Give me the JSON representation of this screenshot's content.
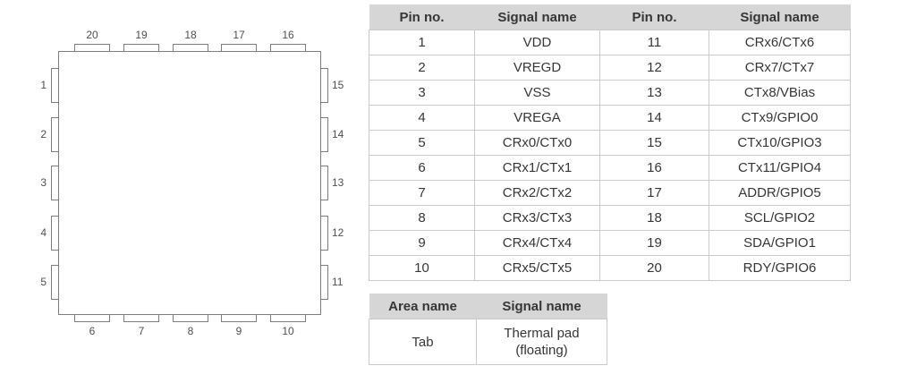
{
  "colors": {
    "background": "#ffffff",
    "header_bg": "#d6d6d6",
    "border": "#c9c9c9",
    "text": "#363636",
    "chip_line": "#7d7d7d",
    "chip_label": "#4f4f4f"
  },
  "chip": {
    "top_pins": [
      "20",
      "19",
      "18",
      "17",
      "16"
    ],
    "left_pins": [
      "1",
      "2",
      "3",
      "4",
      "5"
    ],
    "right_pins": [
      "15",
      "14",
      "13",
      "12",
      "11"
    ],
    "bottom_pins": [
      "6",
      "7",
      "8",
      "9",
      "10"
    ]
  },
  "pin_table": {
    "headers": [
      "Pin no.",
      "Signal name",
      "Pin no.",
      "Signal name"
    ],
    "rows": [
      [
        "1",
        "VDD",
        "11",
        "CRx6/CTx6"
      ],
      [
        "2",
        "VREGD",
        "12",
        "CRx7/CTx7"
      ],
      [
        "3",
        "VSS",
        "13",
        "CTx8/VBias"
      ],
      [
        "4",
        "VREGA",
        "14",
        "CTx9/GPIO0"
      ],
      [
        "5",
        "CRx0/CTx0",
        "15",
        "CTx10/GPIO3"
      ],
      [
        "6",
        "CRx1/CTx1",
        "16",
        "CTx11/GPIO4"
      ],
      [
        "7",
        "CRx2/CTx2",
        "17",
        "ADDR/GPIO5"
      ],
      [
        "8",
        "CRx3/CTx3",
        "18",
        "SCL/GPIO2"
      ],
      [
        "9",
        "CRx4/CTx4",
        "19",
        "SDA/GPIO1"
      ],
      [
        "10",
        "CRx5/CTx5",
        "20",
        "RDY/GPIO6"
      ]
    ]
  },
  "area_table": {
    "headers": [
      "Area name",
      "Signal name"
    ],
    "rows": [
      [
        "Tab",
        "Thermal pad\n(floating)"
      ]
    ]
  }
}
